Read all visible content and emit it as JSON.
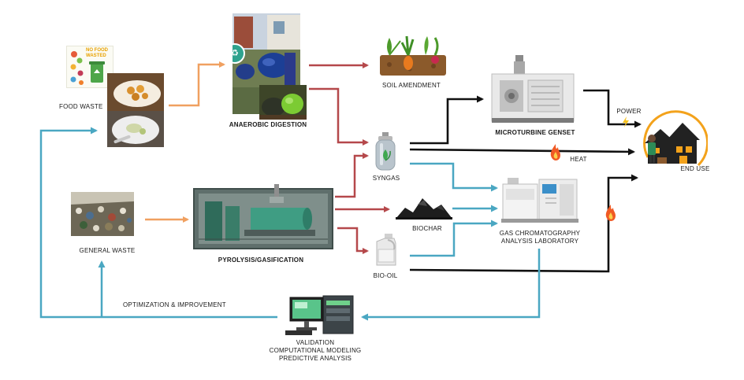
{
  "nodes": {
    "food_waste": "FOOD WASTE",
    "no_food_wasted": "NO FOOD WASTED",
    "anaerobic_digestion": "ANAEROBIC DIGESTION",
    "soil_amendment": "SOIL AMENDMENT",
    "microturbine_genset": "MICROTURBINE GENSET",
    "power": "POWER",
    "syngas": "SYNGAS",
    "heat": "HEAT",
    "end_use": "END USE",
    "general_waste": "GENERAL WASTE",
    "pyrolysis_gasification": "PYROLYSIS/GASIFICATION",
    "biochar": "BIOCHAR",
    "gc_lab_line1": "GAS CHROMATOGRAPHY",
    "gc_lab_line2": "ANALYSIS LABORATORY",
    "bio_oil": "BIO-OIL",
    "optimization": "OPTIMIZATION & IMPROVEMENT",
    "validation_line1": "VALIDATION",
    "validation_line2": "COMPUTATIONAL MODELING",
    "validation_line3": "PREDICTIVE ANALYSIS"
  },
  "colors": {
    "feed_arrow": "#f0a060",
    "process_arrow": "#b5484b",
    "energy_arrow": "#111111",
    "analysis_arrow": "#4aa7c2",
    "flame": "#f05a24",
    "bolt": "#f7c21e",
    "end_use_ring": "#f3a21b"
  },
  "icons": [
    "food-waste-photo",
    "anaerobic-digester-photo",
    "soil-plants-icon",
    "microturbine-icon",
    "gas-cylinder-icon",
    "flame-icon",
    "house-icon",
    "waste-pile-photo",
    "pyrolysis-container-icon",
    "biochar-pile-icon",
    "gas-chromatograph-icon",
    "bio-oil-jug-icon",
    "computer-workstation-icon",
    "lightning-icon"
  ]
}
